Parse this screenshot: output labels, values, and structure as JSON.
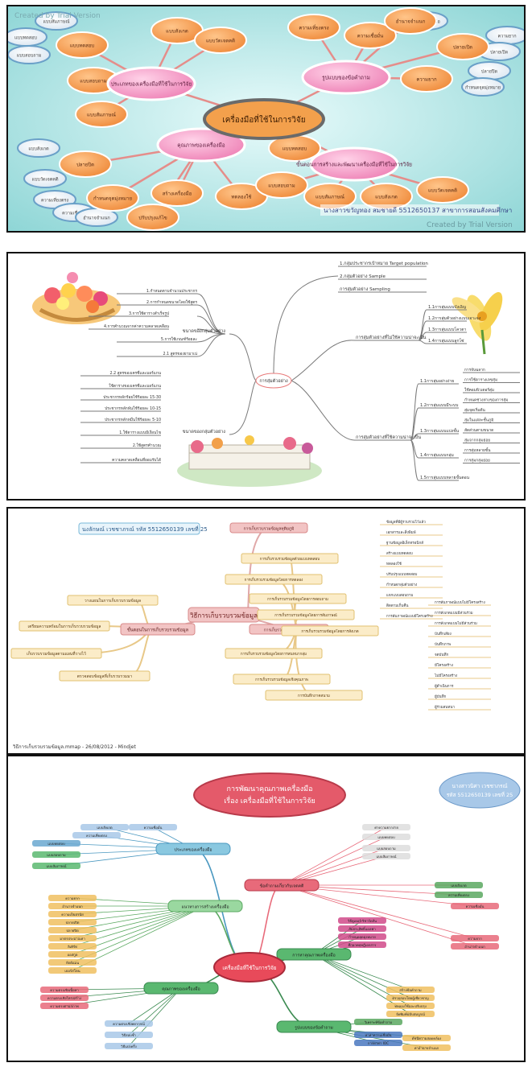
{
  "panels": [
    {
      "id": "p1",
      "header_watermark": "Created by Trial Version",
      "footer_watermark": "Created by Trial Version",
      "center_title": "เครื่องมือที่ใช้ในการวิจัย",
      "hub_titles": [
        "ประเภทของเครื่องมือที่ใช้ในการวิจัย",
        "รูปแบบของข้อคำถาม",
        "คุณภาพของเครื่องมือ",
        "ขั้นตอนการสร้างและพัฒนาเครื่องมือที่ใช้ในการวิจัย"
      ],
      "author": "นางสาวขวัญทอง สมชายดี 5512650137 สาขาการสอนสังคมศึกษา",
      "node_labels": [
        "แบบทดสอบ",
        "แบบสอบถาม",
        "แบบสัมภาษณ์",
        "แบบสังเกต",
        "แบบวัดเจตคติ",
        "ความเที่ยงตรง",
        "ความเชื่อมั่น",
        "อำนาจจำแนก",
        "ความยาก",
        "ปลายเปิด",
        "ปลายปิด",
        "กำหนดจุดมุ่งหมาย",
        "สร้างเครื่องมือ",
        "ทดลองใช้",
        "ปรับปรุงแก้ไข"
      ]
    },
    {
      "id": "p2",
      "center_title": "การสุ่มตัวอย่าง",
      "top_right_items": [
        "1.กลุ่มประชากรเป้าหมาย Target population",
        "2.กลุ่มตัวอย่าง Sample",
        "การสุ่มตัวอย่าง Sampling"
      ],
      "right_branch_1": "การสุ่มตัวอย่างที่ไม่ใช้ความน่าจะเป็น",
      "right_branch_1_items": [
        "1.1การสุ่มแบบบังเอิญ",
        "1.2การสุ่มตัวอย่างแบบเจาะจง",
        "1.3การสุ่มแบบโควตา",
        "1.4การสุ่มแบบลูกโซ่"
      ],
      "right_branch_2": "การสุ่มตัวอย่างที่ใช้ความน่าจะเป็น",
      "right_branch_2_items": [
        "1.1การสุ่มอย่างง่าย",
        "1.2การสุ่มแบบมีระบบ",
        "1.3การสุ่มแบบแบ่งชั้น",
        "1.4การสุ่มแบบกลุ่ม",
        "1.5การสุ่มแบบหลายขั้นตอน"
      ],
      "right_sub_items": [
        "การจับฉลาก",
        "การใช้ตารางเลขสุ่ม",
        "ใช้คอมพิวเตอร์สุ่ม",
        "กำหนดช่วงห่างของการสุ่ม",
        "สุ่มจุดเริ่มต้น",
        "สุ่มในแต่ละชั้นภูมิ",
        "สัดส่วนตามขนาด",
        "สุ่มจากกลุ่มย่อย",
        "การสุ่มหลายขั้น",
        "การสุ่มกลุ่มย่อย"
      ],
      "left_label": "ขนาดของกลุ่มตัวอย่าง",
      "left_items": [
        "1.กำหนดตามจำนวนประชากร",
        "2.การกำหนดขนาดโดยใช้สูตร",
        "3.การใช้ตารางสำเร็จรูป",
        "4.การคำนวณจากค่าความคลาดเคลื่อน",
        "5.การใช้เกณฑ์ร้อยละ",
        "2.1 สูตรของยามาเน่",
        "2.2 สูตรของเครซี่และมอร์แกน",
        "ใช้ตารางของเครซี่และมอร์แกน",
        "ประชากรหลักร้อยใช้ร้อยละ 15-30",
        "ประชากรหลักพันใช้ร้อยละ 10-15",
        "ประชากรหลักหมื่นใช้ร้อยละ 5-10",
        "1.ใช้ตารางแบบมีเงื่อนไข",
        "2.ใช้สูตรคำนวณ",
        "ความคลาดเคลื่อนที่ยอมรับได้"
      ]
    },
    {
      "id": "p3",
      "author": "นงลักษณ์ เวชชาภรณ์ รหัส 5512650139 เลขที่ 25",
      "center_title": "วิธีการเก็บรวบรวมข้อมูล",
      "left_hub": "ขั้นตอนในการเก็บรวบรวมข้อมูล",
      "left_items": [
        "วางแผนในการเก็บรวบรวมข้อมูล",
        "เตรียมความพร้อมในการเก็บรวบรวมข้อมูล",
        "เก็บรวบรวมข้อมูลตามแผนที่วางไว้",
        "ตรวจสอบข้อมูลที่เก็บรวบรวมมา"
      ],
      "right_hub_top": "การเก็บรวบรวมข้อมูลทุติยภูมิ",
      "right_hub": "การเก็บรวบรวมข้อมูลปฐมภูมิ",
      "right_items": [
        "การเก็บรวบรวมข้อมูลด้วยแบบทดสอบ",
        "การเก็บรวบรวมข้อมูลโดยการทดลอง",
        "การเก็บรวบรวมข้อมูลโดยการสอบถาม",
        "การเก็บรวบรวมข้อมูลโดยการสัมภาษณ์",
        "การเก็บรวบรวมข้อมูลโดยการสังเกต",
        "การเก็บรวบรวมข้อมูลโดยการสนทนากลุ่ม",
        "การเก็บรวบรวมข้อมูลเชิงคุณภาพ",
        "การบันทึกภาคสนาม"
      ],
      "detail_items": [
        "ข้อมูลที่มีผู้รวบรวมไว้แล้ว",
        "เอกสารและสิ่งพิมพ์",
        "ฐานข้อมูลอิเล็กทรอนิกส์",
        "สร้างแบบทดสอบ",
        "ทดลองใช้",
        "ปรับปรุงแบบทดสอบ",
        "กำหนดกลุ่มตัวอย่าง",
        "แจกแบบสอบถาม",
        "ติดตามเก็บคืน",
        "การสัมภาษณ์แบบมีโครงสร้าง",
        "การสัมภาษณ์แบบไม่มีโครงสร้าง",
        "การสังเกตแบบมีส่วนร่วม",
        "การสังเกตแบบไม่มีส่วนร่วม",
        "บันทึกเสียง",
        "บันทึกภาพ",
        "จดบันทึก",
        "มีโครงสร้าง",
        "ไม่มีโครงสร้าง",
        "ผู้ดำเนินการ",
        "ผู้บันทึก",
        "ผู้ร่วมสนทนา"
      ],
      "footer_caption": "วิธีการเก็บรวบรวมข้อมูล.mmap - 26/08/2012 - Mindjet"
    },
    {
      "id": "p4",
      "title_line1": "การพัฒนาคุณภาพเครื่องมือ",
      "title_line2": "เรื่อง เครื่องมือที่ใช้ในการวิจัย",
      "author_line1": "นางสาวนิศา เวชชาภรณ์",
      "author_line2": "รหัส 5512650139 เลขที่ 25",
      "center_title": "เครื่องมือที่ใช้ในการวิจัย",
      "hub_titles": [
        "ประเภทของเครื่องมือ",
        "แนวทางการสร้างเครื่องมือ",
        "คุณภาพของเครื่องมือ",
        "การหาคุณภาพเครื่องมือ",
        "รูปแบบของข้อคำถาม",
        "ข้อคำถามเกี่ยวกับเจตคติ"
      ],
      "node_labels": [
        "แบบทดสอบ",
        "แบบสอบถาม",
        "แบบสัมภาษณ์",
        "แบบสังเกต",
        "ความเที่ยงตรง",
        "ความเชื่อมั่น",
        "ความยาก",
        "อำนาจจำแนก",
        "ความเป็นปรนัย",
        "ปลายเปิด",
        "ปลายปิด",
        "มาตรประมาณค่า",
        "ลิเคิร์ท",
        "ออสกูด",
        "กัตต์แมน",
        "เธอร์สโตน",
        "ความตรงเชิงเนื้อหา",
        "ความตรงเชิงโครงสร้าง",
        "ความตรงตามสภาพ",
        "ความตรงเชิงพยากรณ์",
        "วิธีสอบซ้ำ",
        "วิธีแบ่งครึ่ง",
        "วิธีคูเดอร์-ริชาร์ดสัน",
        "สัมประสิทธิ์แอลฟา",
        "กำหนดจุดมุ่งหมาย",
        "ศึกษาทฤษฎีเอกสาร",
        "สร้างข้อคำถาม",
        "ตรวจสอบโดยผู้เชี่ยวชาญ",
        "ทดลองใช้และปรับปรุง",
        "จัดพิมพ์ฉบับสมบูรณ์",
        "วิเคราะห์ข้อคำถาม",
        "หาค่าความเชื่อมั่น",
        "การหาค่า IOC",
        "ดัชนีความสอดคล้อง",
        "ค่าอำนาจจำแนก",
        "ค่าความยากง่าย"
      ]
    }
  ]
}
